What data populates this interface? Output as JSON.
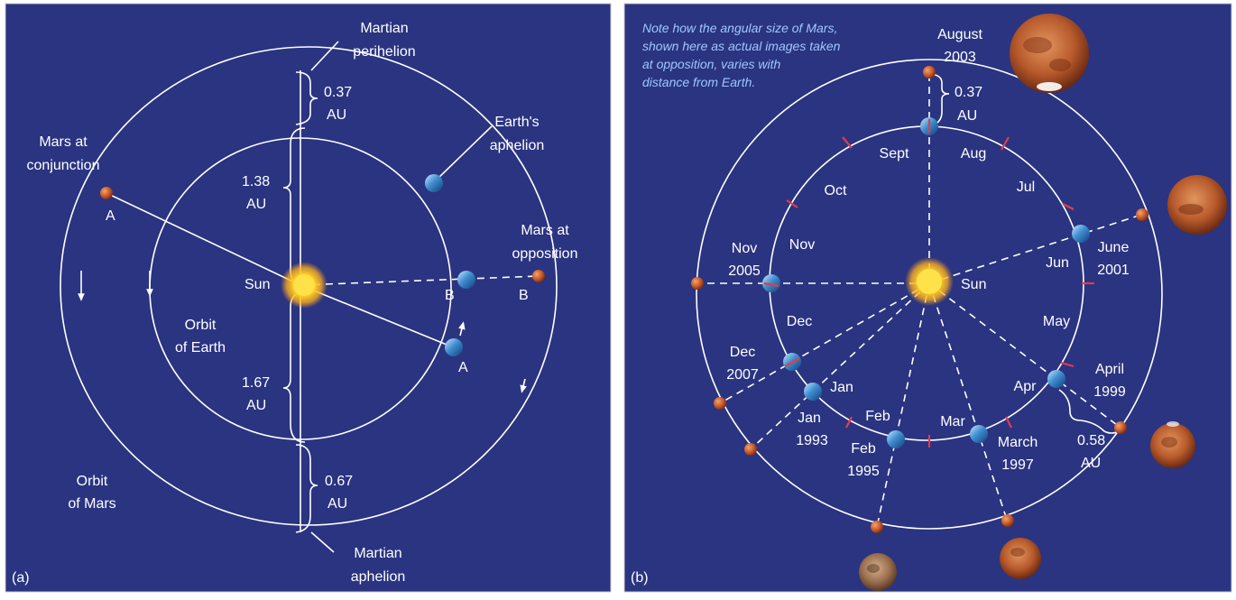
{
  "colors": {
    "background": "#2a3481",
    "earth": "#2f7dc0",
    "mars": "#c4582a",
    "sun": "#ffd21f",
    "month_tick": "#e53a4a",
    "note_text": "#9ec8ff"
  },
  "panel_a": {
    "letter": "(a)",
    "martian_perihelion": [
      "Martian",
      "perihelion"
    ],
    "martian_aphelion": [
      "Martian",
      "aphelion"
    ],
    "earth_aphelion": [
      "Earth's",
      "aphelion"
    ],
    "mars_conjunction": [
      "Mars at",
      "conjunction"
    ],
    "mars_opposition": [
      "Mars at",
      "opposition"
    ],
    "sun": "Sun",
    "orbit_earth": [
      "Orbit",
      "of Earth"
    ],
    "orbit_mars": [
      "Orbit",
      "of Mars"
    ],
    "dist_037": [
      "0.37",
      "AU"
    ],
    "dist_138": [
      "1.38",
      "AU"
    ],
    "dist_167": [
      "1.67",
      "AU"
    ],
    "dist_067": [
      "0.67",
      "AU"
    ],
    "point_a": "A",
    "point_b": "B"
  },
  "panel_b": {
    "letter": "(b)",
    "note": [
      "Note how the angular size of Mars,",
      "shown here as actual images taken",
      "at opposition, varies with",
      "distance from Earth."
    ],
    "sun": "Sun",
    "dist_037": [
      "0.37",
      "AU"
    ],
    "dist_058": [
      "0.58",
      "AU"
    ],
    "months": {
      "sept": "Sept",
      "aug": "Aug",
      "oct": "Oct",
      "jul": "Jul",
      "nov": "Nov",
      "jun": "Jun",
      "dec": "Dec",
      "may": "May",
      "jan": "Jan",
      "apr": "Apr",
      "feb": "Feb",
      "mar": "Mar"
    },
    "oppositions": {
      "aug2003": [
        "August",
        "2003"
      ],
      "jun2001": [
        "June",
        "2001"
      ],
      "nov2005": [
        "Nov",
        "2005"
      ],
      "dec2007": [
        "Dec",
        "2007"
      ],
      "jan1993": [
        "Jan",
        "1993"
      ],
      "feb1995": [
        "Feb",
        "1995"
      ],
      "mar1997": [
        "March",
        "1997"
      ],
      "apr1999": [
        "April",
        "1999"
      ]
    }
  }
}
